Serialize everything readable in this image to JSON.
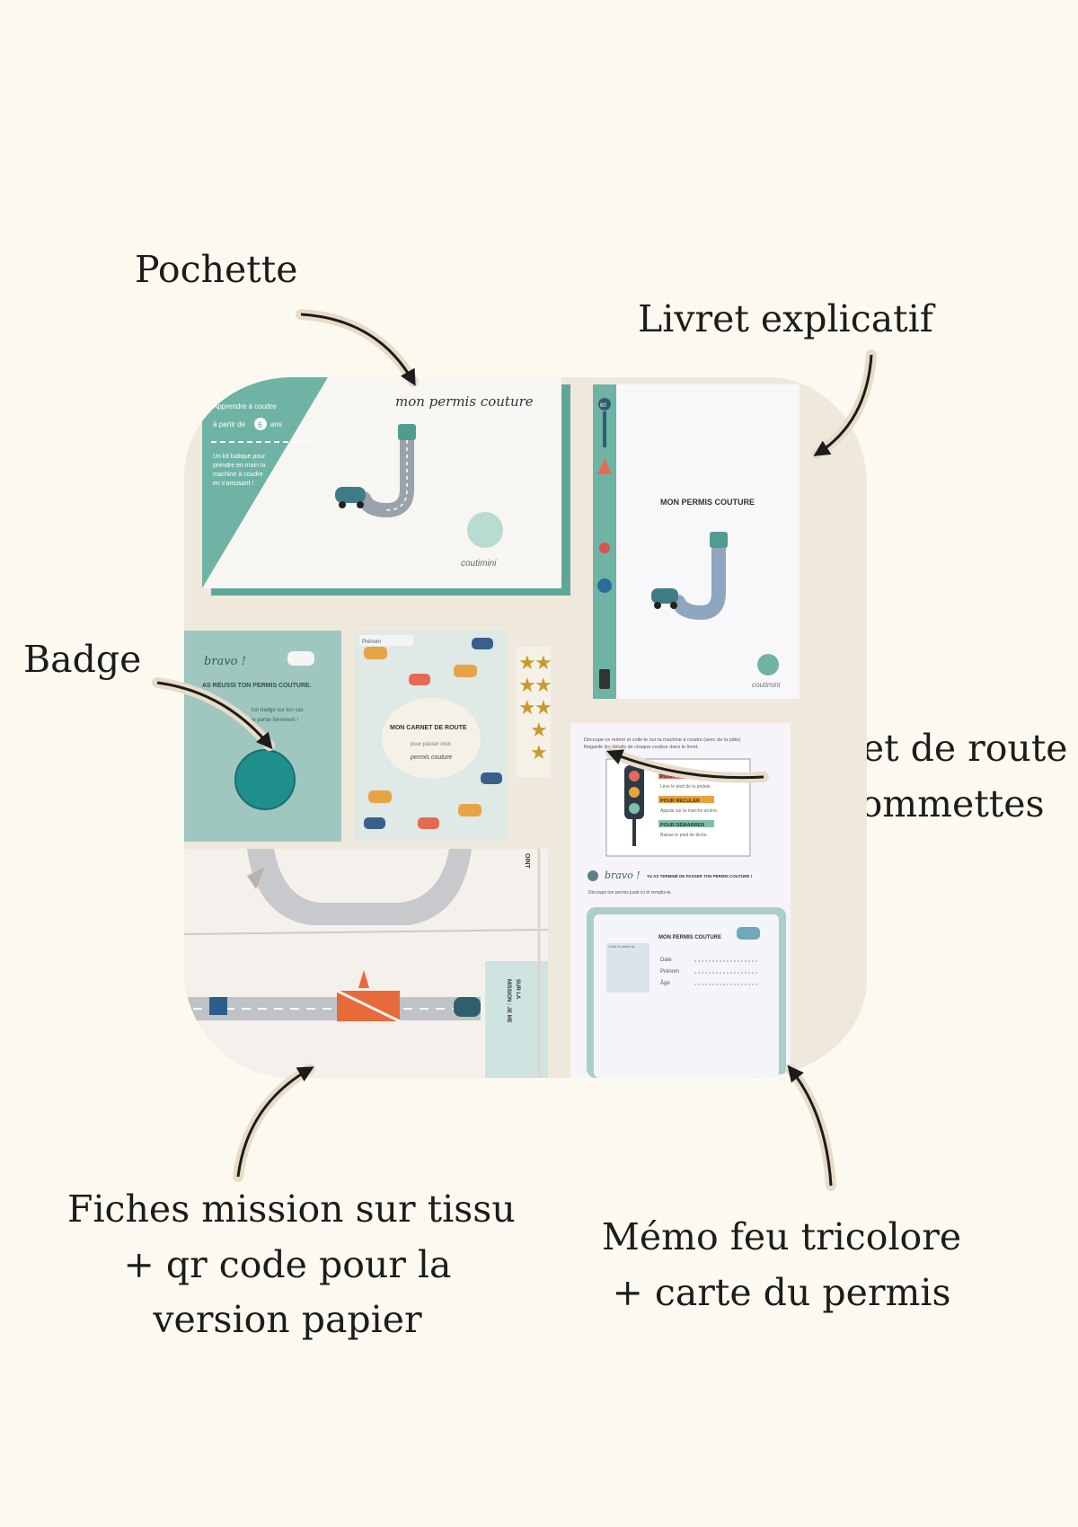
{
  "labels": {
    "pochette": "Pochette",
    "livret": "Livret explicatif",
    "badge": "Badge",
    "carnet": [
      "Carnet de route",
      "+ gommettes"
    ],
    "fiches": [
      "Fiches mission sur tissu",
      "+ qr code pour la",
      "version papier"
    ],
    "memo": [
      "Mémo  feu tricolore",
      "+ carte du permis"
    ]
  },
  "photo": {
    "pochette_title": "mon permis couture",
    "pochette_side": [
      "Apprendre à coudre",
      "à partir de",
      "ans",
      "Un kit ludique pour",
      "prendre en main la",
      "machine à coudre",
      "en s'amusant !"
    ],
    "pochette_age": "6",
    "brand": "coutimini",
    "livret_title": "MON PERMIS COUTURE",
    "livret_speed": "60",
    "badge_card_bravo": "bravo !",
    "badge_card_text": "AS RÉUSSI TON PERMIS COUTURE.",
    "badge_card_small": [
      "ton badge sur ton sac",
      "le porter fièrement !"
    ],
    "carnet_title": "MON CARNET DE ROUTE",
    "carnet_sub": [
      "pour passer mon",
      "permis couture"
    ],
    "carnet_prenom": "Prénom",
    "memo_header": [
      "Découpe ce mémo et colle-le sur ta machine à coudre (avec de la pâte)",
      "Regarde les détails de chaque couleur dans le livret."
    ],
    "memo_items": [
      {
        "title": "POUR T'ARRÊTER",
        "desc": "Lève le pied de la pédale.",
        "color": "#e46a5b"
      },
      {
        "title": "POUR RECULER",
        "desc": "Appuie sur la marche arrière.",
        "color": "#e9a23b"
      },
      {
        "title": "POUR DÉMARRER",
        "desc": "Baisse le pied de biche.",
        "color": "#7fbfa8"
      }
    ],
    "memo_bravo": "bravo !",
    "memo_bravo_text": "TU AS TERMINÉ DE PASSER TON PERMIS COUTURE !",
    "memo_cut_text": "Découpe ton permis juste ici et remplis-le.",
    "card_title": "MON PERMIS COUTURE",
    "card_photo": "Colle ta photo ici",
    "card_fields": [
      "Date",
      "Prénom",
      "Âge"
    ],
    "fabric_text": [
      "MISSION : JE ME",
      "SUR LA"
    ],
    "fabric_edge": "OINT"
  },
  "colors": {
    "background": "#fcfaf0",
    "teal": "#6fb3a4",
    "mint_card": "#9fc7bf",
    "gold": "#c99a2e",
    "arrow": "#1c1c1c",
    "arrow_halo": "#e8dcc8"
  }
}
